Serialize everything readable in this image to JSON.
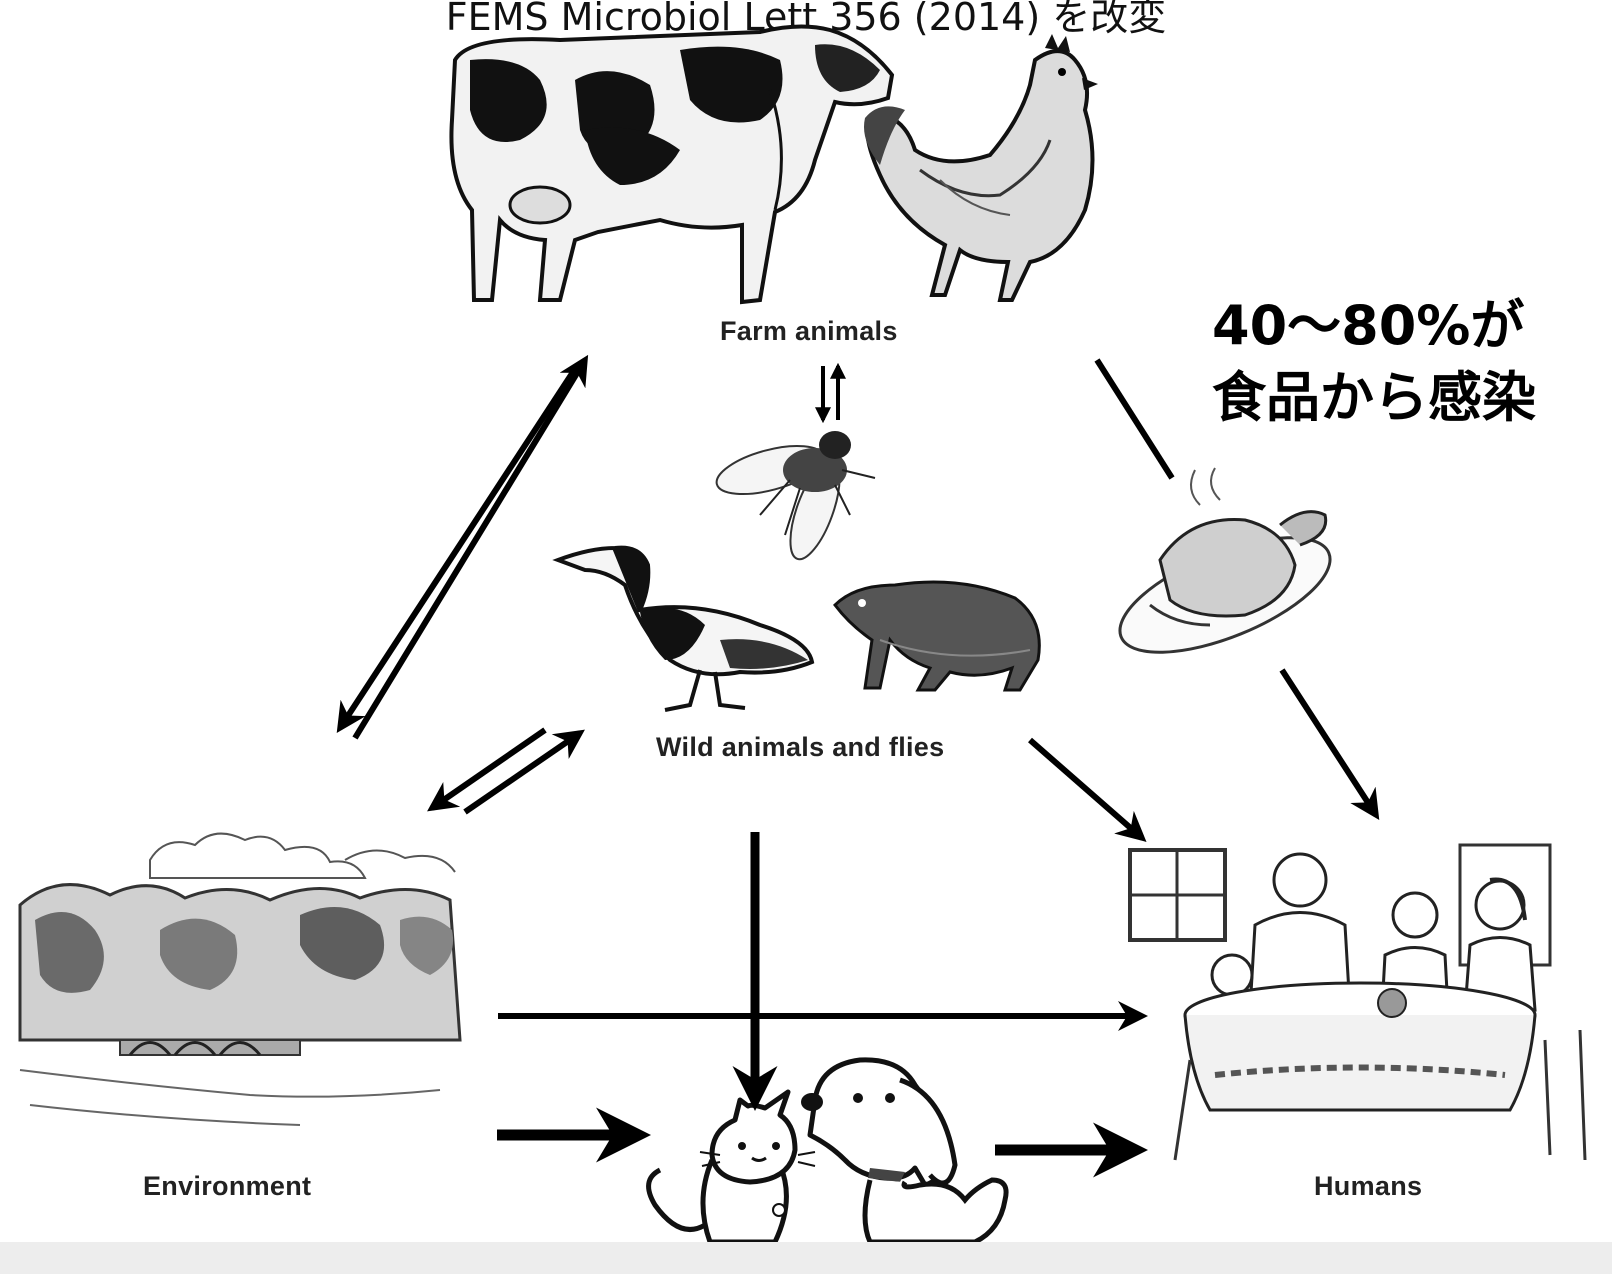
{
  "header": {
    "citation": "FEMS Microbiol Lett 356 (2014) を改変"
  },
  "callout": {
    "line1": "40～80%が",
    "line2": "食品から感染"
  },
  "nodes": {
    "farm_animals": "Farm animals",
    "wild_animals": "Wild animals and flies",
    "environment": "Environment",
    "humans": "Humans"
  },
  "icons": [
    "cow-icon",
    "rooster-icon",
    "fly-icon",
    "duck-icon",
    "rodent-icon",
    "roast-chicken-icon",
    "landscape-icon",
    "family-dinner-icon",
    "cat-icon",
    "dog-icon"
  ],
  "colors": {
    "ink": "#000000",
    "footer": "#ededed"
  }
}
